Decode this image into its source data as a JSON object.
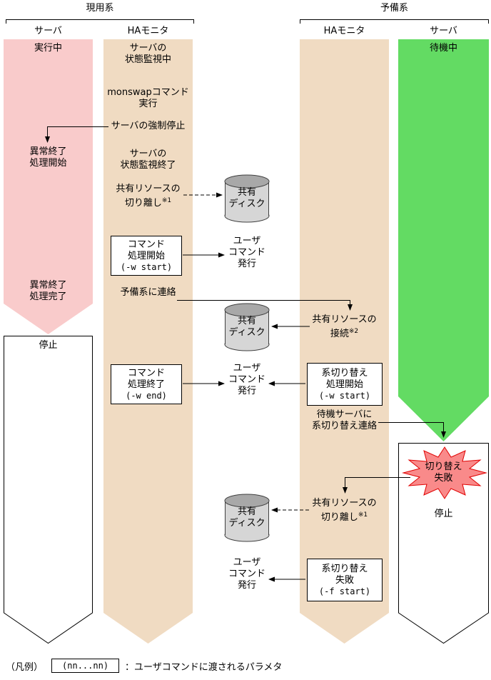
{
  "colors": {
    "pink": "#F9CBCB",
    "beige": "#F0DBC2",
    "green": "#63DB63",
    "star_fill": "#F98A8A",
    "star_stroke": "#E00000",
    "disk_body": "#D6D6D6",
    "disk_top": "#A8A8A8"
  },
  "groups": {
    "active": "現用系",
    "standby": "予備系"
  },
  "columns": {
    "active_server": "サーバ",
    "active_monitor": "HAモニタ",
    "standby_monitor": "HAモニタ",
    "standby_server": "サーバ"
  },
  "active_server": {
    "running": "実行中",
    "abend_begin": "異常終了\n処理開始",
    "abend_end": "異常終了\n処理完了",
    "stop": "停止"
  },
  "active_monitor": {
    "monitoring": "サーバの\n状態監視中",
    "monswap": "monswapコマンド\n実行",
    "force_stop": "サーバの強制停止",
    "monitor_end": "サーバの\n状態監視終了",
    "detach": "共有リソースの\n切り離し",
    "detach_note": "※1",
    "cmd_begin": "コマンド\n処理開始",
    "cmd_begin_param": "(-w start)",
    "notify": "予備系に連絡",
    "cmd_end": "コマンド\n処理終了",
    "cmd_end_param": "(-w end)"
  },
  "standby_monitor": {
    "attach": "共有リソースの\n接続",
    "attach_note": "※2",
    "switch_begin": "系切り替え\n処理開始",
    "switch_begin_param": "(-w start)",
    "notify_switch": "待機サーバに\n系切り替え連絡",
    "detach": "共有リソースの\n切り離し",
    "detach_note": "※1",
    "switch_fail": "系切り替え\n失敗",
    "switch_fail_param": "(-f start)"
  },
  "standby_server": {
    "waiting": "待機中",
    "fail": "切り替え\n失敗",
    "stop": "停止"
  },
  "shared": {
    "disk": "共有\nディスク",
    "user_cmd": "ユーザ\nコマンド\n発行"
  },
  "legend": {
    "label": "（凡例）",
    "param": "(nn...nn)",
    "desc": "：ユーザコマンドに渡されるパラメタ"
  }
}
